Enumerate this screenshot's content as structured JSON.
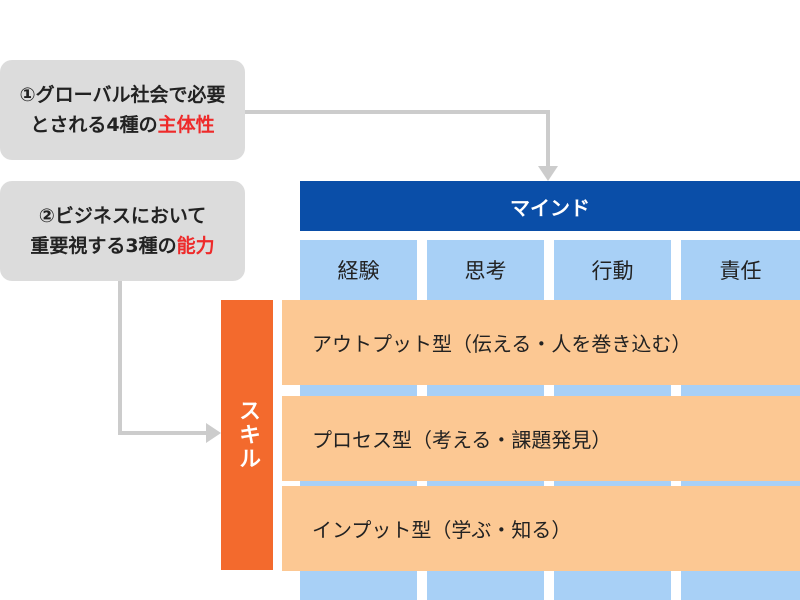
{
  "notes": [
    {
      "line1": "①グローバル社会で必要",
      "line2_prefix": "とされる4種の",
      "line2_highlight": "主体性"
    },
    {
      "line1": "②ビジネスにおいて",
      "line2_prefix": "重要視する3種の",
      "line2_highlight": "能力"
    }
  ],
  "mind": {
    "label": "マインド"
  },
  "mind_columns": [
    "経験",
    "思考",
    "行動",
    "責任"
  ],
  "skill": {
    "label": "スキル"
  },
  "skill_rows": [
    "アウトプット型（伝える・人を巻き込む）",
    "プロセス型（考える・課題発見）",
    "インプット型（学ぶ・知る）"
  ],
  "colors": {
    "note_bg": "#dcdcdc",
    "highlight": "#ee2a2a",
    "mind_bar": "#0a4ea8",
    "mind_column": "#a8d0f6",
    "skill_bar": "#f36a2d",
    "skill_row": "#fcc893",
    "connector": "#cccccc"
  }
}
